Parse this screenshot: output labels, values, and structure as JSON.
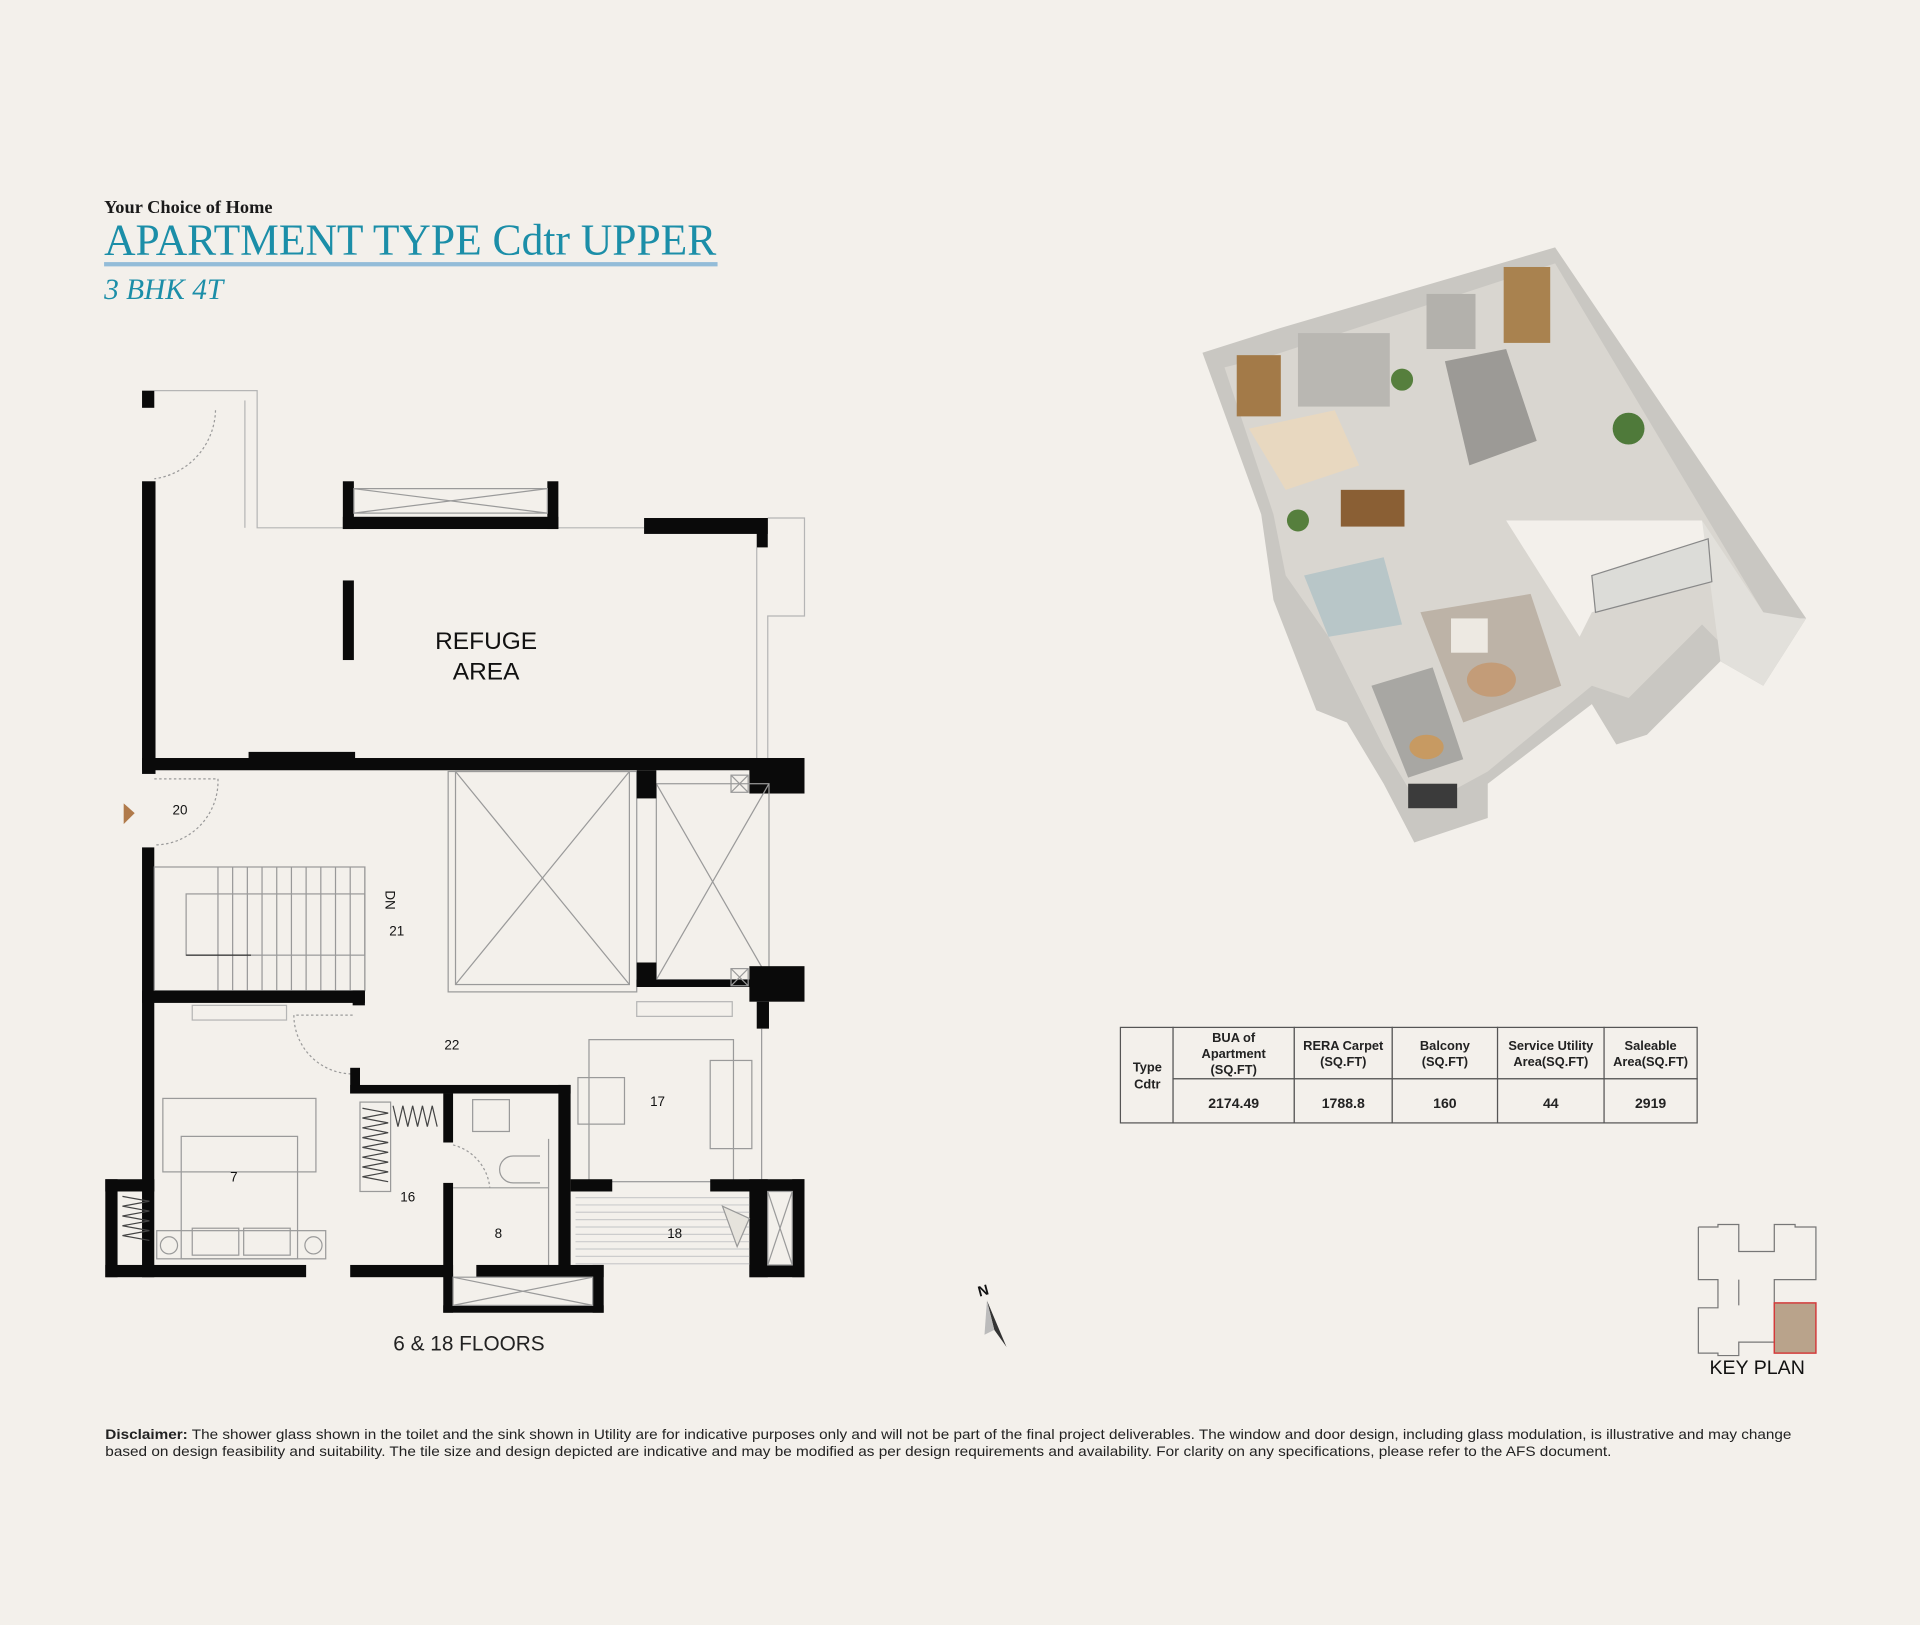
{
  "header": {
    "tagline": "Your Choice of Home",
    "title": "APARTMENT TYPE Cdtr UPPER",
    "subtitle": "3 BHK 4T"
  },
  "floor_plan": {
    "refuge_line1": "REFUGE",
    "refuge_line2": "AREA",
    "rooms": {
      "r20": "20",
      "r21": "21",
      "r22": "22",
      "r7": "7",
      "r16": "16",
      "r8": "8",
      "r17": "17",
      "r18": "18"
    },
    "stair_direction": "DN",
    "floors_caption": "6 & 18  FLOORS"
  },
  "compass": {
    "north_label": "N"
  },
  "area_table": {
    "type_header_line1": "Type",
    "type_header_line2": "Cdtr",
    "columns": [
      {
        "lines": [
          "BUA of",
          "Apartment",
          "(SQ.FT)"
        ],
        "value": "2174.49"
      },
      {
        "lines": [
          "RERA Carpet",
          "(SQ.FT)"
        ],
        "value": "1788.8"
      },
      {
        "lines": [
          "Balcony",
          "(SQ.FT)"
        ],
        "value": "160"
      },
      {
        "lines": [
          "Service Utility",
          "Area(SQ.FT)"
        ],
        "value": "44"
      },
      {
        "lines": [
          "Saleable",
          "Area(SQ.FT)"
        ],
        "value": "2919"
      }
    ]
  },
  "key_plan": {
    "label": "KEY PLAN",
    "highlight_color": "#b9a38b",
    "highlight_stroke": "#d33a3a"
  },
  "disclaimer": {
    "label": "Disclaimer:",
    "line1": " The shower glass shown in the toilet and the sink shown in Utility are for indicative purposes only and will not be part of the final project deliverables. The window and door design, including glass modulation, is illustrative and may change",
    "line2": "based on design feasibility and suitability. The tile size and design depicted are indicative and may be modified as per design requirements and availability. For clarity on any specifications, please refer to the AFS document."
  },
  "colors": {
    "title": "#1b8ea8",
    "underline": "#93bcd8",
    "background": "#f3f0eb"
  }
}
